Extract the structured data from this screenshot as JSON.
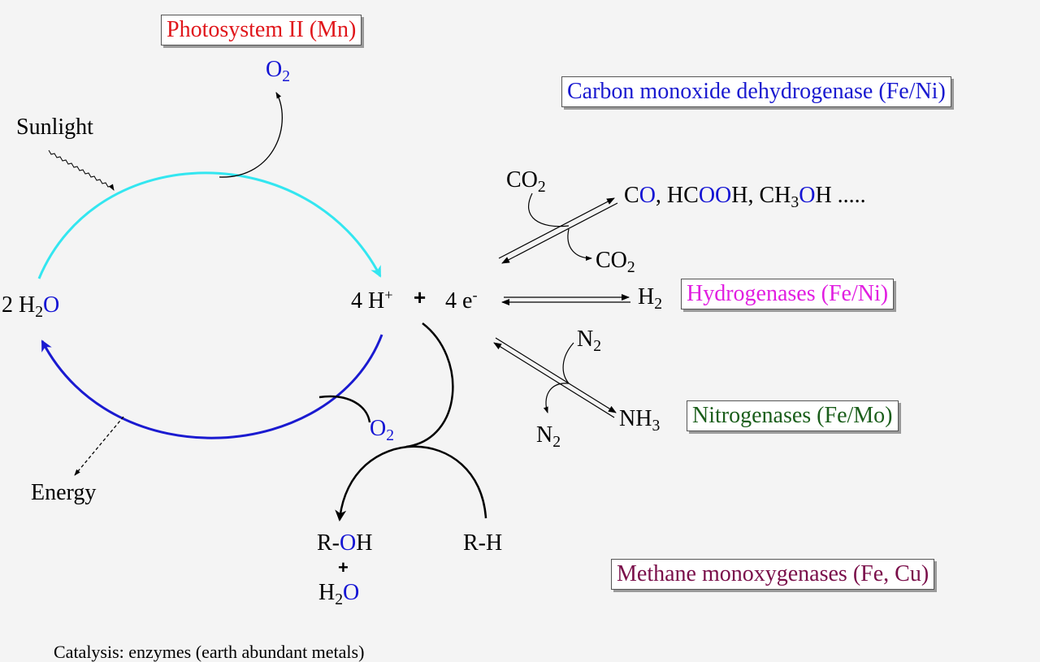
{
  "enzymes": {
    "photosystem": {
      "label": "Photosystem II (Mn)",
      "color": "#e0161b"
    },
    "codh": {
      "label": "Carbon monoxide dehydrogenase (Fe/Ni)",
      "color": "#1a1ad0"
    },
    "hydrogenases": {
      "label": "Hydrogenases (Fe/Ni)",
      "color": "#e11ee1"
    },
    "nitrogenases": {
      "label": "Nitrogenases (Fe/Mo)",
      "color": "#1b5e1b"
    },
    "mmo": {
      "label": "Methane monoxygenases (Fe, Cu)",
      "color": "#7a0f4a"
    }
  },
  "species": {
    "sunlight": "Sunlight",
    "energy": "Energy",
    "water_coeff": "2 H",
    "water_sub": "2",
    "water_o": "O",
    "o2_top_o": "O",
    "o2_top_sub": "2",
    "protons": "4 H",
    "protons_sup": "+",
    "plus": "+",
    "electrons": "4 e",
    "electrons_sup": "-",
    "co2_in_a": "CO",
    "co2_in_sub": "2",
    "co2_out_a": "CO",
    "co2_out_sub": "2",
    "products_c1": "C",
    "products_o1": "O",
    "products_mid1": ", HC",
    "products_o2": "OO",
    "products_mid2": "H, CH",
    "products_sub": "3",
    "products_o3": "O",
    "products_end": "H .....",
    "h2": "H",
    "h2_sub": "2",
    "n2_top": "N",
    "n2_top_sub": "2",
    "nh3": "NH",
    "nh3_sub": "3",
    "n2_bot": "N",
    "n2_bot_sub": "2",
    "o2_low_o": "O",
    "o2_low_sub": "2",
    "roh_r": "R-",
    "roh_o": "O",
    "roh_h": "H",
    "plus_small": "+",
    "h2o_h": "H",
    "h2o_sub": "2",
    "h2o_o": "O",
    "rh": "R-H"
  },
  "caption": "Catalysis: enzymes (earth abundant metals)",
  "colors": {
    "oxidation_arc": "#33e6f0",
    "reduction_arc": "#1a1ad0",
    "oxygen_atom": "#1515d4"
  }
}
